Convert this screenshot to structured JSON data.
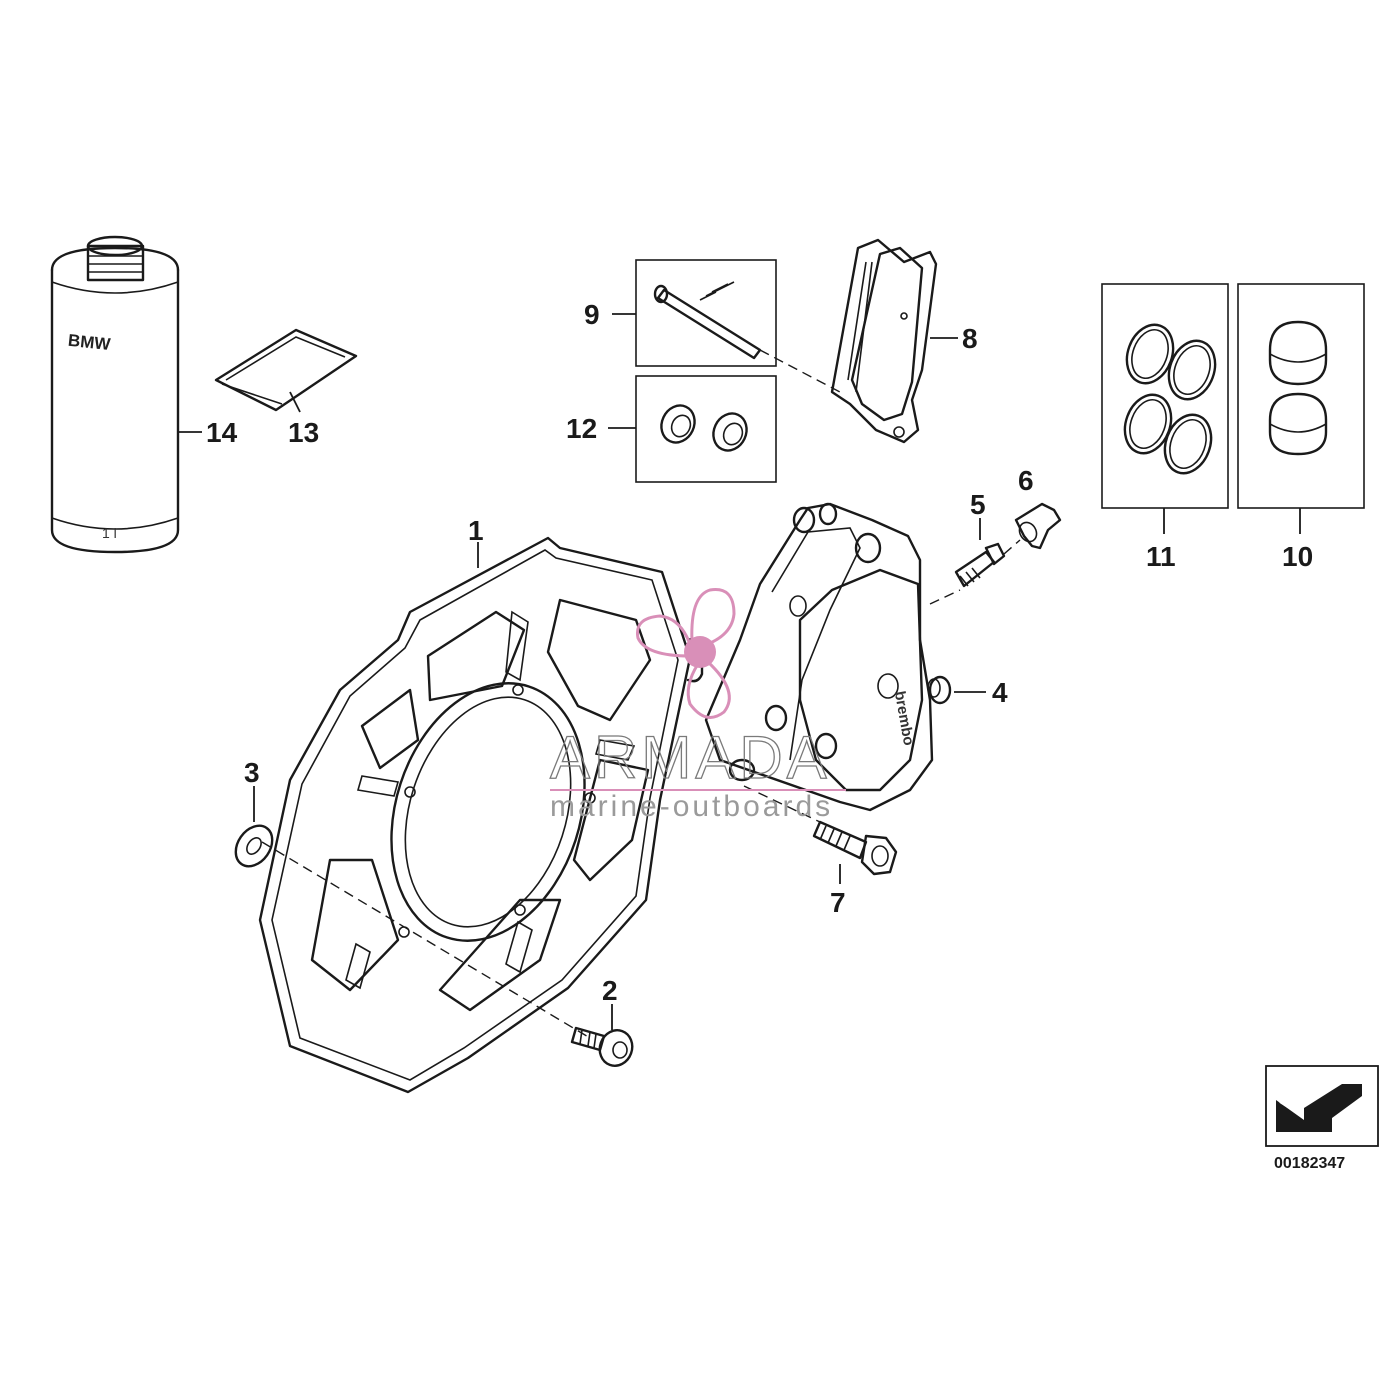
{
  "diagram_id": "00182347",
  "callouts": {
    "c1": "1",
    "c2": "2",
    "c3": "3",
    "c4": "4",
    "c5": "5",
    "c6": "6",
    "c7": "7",
    "c8": "8",
    "c9": "9",
    "c10": "10",
    "c11": "11",
    "c12": "12",
    "c13": "13",
    "c14": "14"
  },
  "can": {
    "brand": "BMW",
    "volume": "1 l"
  },
  "caliper": {
    "brand": "brembo"
  },
  "watermark": {
    "title": "ARMADA",
    "subtitle": "marine-outboards",
    "color": "#d98fb8"
  }
}
